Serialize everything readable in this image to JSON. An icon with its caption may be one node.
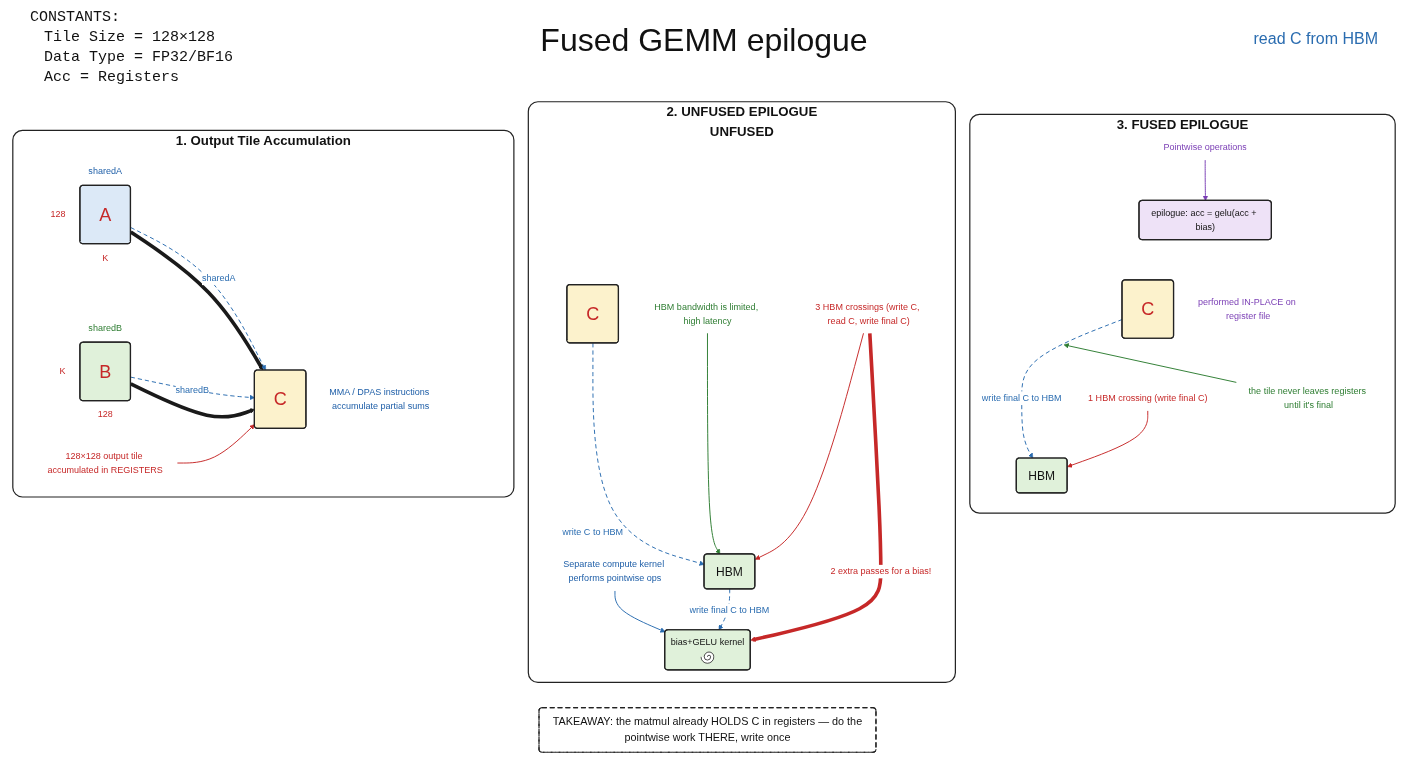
{
  "diagram": {
    "title": "Fused GEMM epilogue",
    "nodes": [
      {
        "text": [
          "1. Output Tile Accumulation"
        ]
      },
      {
        "text": [
          "A"
        ],
        "in": 0,
        "beside": [
          "sharedA",
          "128",
          "K"
        ]
      },
      {
        "text": [
          "128×128 output tile accumulated in REGISTERS"
        ],
        "in": 0
      },
      {
        "text": [
          "C"
        ],
        "in": 0,
        "beside": [
          "MMA / DPAS instructions accumulate partial sums"
        ]
      },
      {
        "text": [
          "B"
        ],
        "in": 0,
        "beside": [
          "sharedB",
          "K",
          "128"
        ]
      },
      {
        "text": [
          "2. UNFUSED EPILOGUE",
          "UNFUSED"
        ]
      },
      {
        "text": [
          "C"
        ],
        "in": 5
      },
      {
        "text": [
          "Separate compute kernel performs pointwise ops"
        ],
        "in": 5
      },
      {
        "text": [
          "bias+GELU kernel"
        ],
        "in": 5
      },
      {
        "text": [
          "HBM"
        ],
        "in": 5
      },
      {
        "text": [
          "HBM bandwidth is limited, high latency"
        ],
        "in": 5
      },
      {
        "text": [
          "3 HBM crossings (write C, read C, write final C)"
        ],
        "in": 5
      },
      {
        "text": [
          "3. FUSED EPILOGUE"
        ]
      },
      {
        "text": [
          "Pointwise operations"
        ],
        "in": 12
      },
      {
        "text": [
          "epilogue: acc = gelu(acc + bias)"
        ],
        "in": 12
      },
      {
        "text": [
          "C"
        ],
        "in": 12,
        "beside": [
          "performed IN-PLACE on register file"
        ]
      },
      {
        "text": [
          "the tile never leaves registers until it's final"
        ],
        "in": 12
      },
      {
        "text": [
          "HBM"
        ],
        "in": 12
      },
      {
        "text": [
          "1 HBM crossing (write final C)"
        ],
        "in": 12
      },
      {
        "text": [
          "TAKEAWAY: the matmul already HOLDS C in registers — do the pointwise work THERE, write once"
        ]
      }
    ],
    "edges": [
      {
        "from": 1,
        "to": 3,
        "arrow": "to",
        "style": "thick",
        "color": "#1a1a1a"
      },
      {
        "from": 4,
        "to": 3,
        "arrow": "to",
        "style": "thick",
        "color": "#1a1a1a"
      },
      {
        "from": 1,
        "to": 3,
        "arrow": "to",
        "style": "dashed",
        "label": "sharedA"
      },
      {
        "from": 4,
        "to": 3,
        "arrow": "to",
        "style": "dashed",
        "label": "sharedB"
      },
      {
        "from": 2,
        "to": 3,
        "arrow": "to",
        "color": "#c62828"
      },
      {
        "from": 6,
        "to": 9,
        "arrow": "to",
        "style": "dashed",
        "label": "write C to HBM"
      },
      {
        "from": 9,
        "to": 8,
        "arrow": "to",
        "style": "dashed",
        "label": "write final C to HBM"
      },
      {
        "from": 7,
        "to": 8,
        "arrow": "to"
      },
      {
        "from": 11,
        "to": 8,
        "arrow": "to",
        "style": "thick",
        "color": "#c62828",
        "label": "2 extra passes for a bias!"
      },
      {
        "from": 11,
        "to": 9,
        "arrow": "to",
        "color": "#c62828"
      },
      {
        "from": 10,
        "to": 9,
        "arrow": "to",
        "color": "#2e7d32"
      },
      {
        "from": 13,
        "to": 14,
        "arrow": "to",
        "color": "#7b3fb5"
      },
      {
        "from": 15,
        "to": 17,
        "arrow": "to",
        "style": "dashed",
        "label": "write final C to HBM"
      },
      {
        "from": 16,
        "to": null,
        "arrow": "to",
        "color": "#2e7d32"
      },
      {
        "from": 18,
        "to": 17,
        "arrow": "to",
        "color": "#c62828"
      }
    ],
    "labels": [
      "CONSTANTS:",
      "Tile Size = 128×128",
      "Data Type = FP32/BF16",
      "Acc = Registers",
      "read C from HBM"
    ]
  }
}
